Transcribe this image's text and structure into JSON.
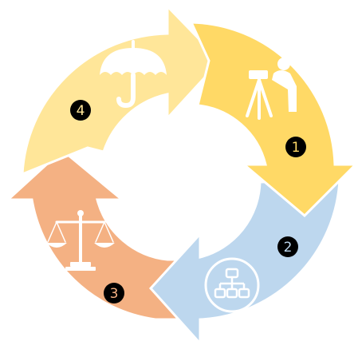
{
  "diagram": {
    "type": "circular-cycle",
    "background_color": "#ffffff",
    "steps": [
      {
        "number": "1",
        "icon": "surveyor-icon",
        "color": "#ffd966",
        "number_color": "#ffd966",
        "icon_color": "#ffffff"
      },
      {
        "number": "2",
        "icon": "org-chart-icon",
        "color": "#bdd7ee",
        "number_color": "#bdd7ee",
        "icon_color": "#ffffff"
      },
      {
        "number": "3",
        "icon": "balance-scale-icon",
        "color": "#f4b183",
        "number_color": "#f4b183",
        "icon_color": "#ffffff"
      },
      {
        "number": "4",
        "icon": "umbrella-icon",
        "color": "#ffe699",
        "number_color": "#ffe699",
        "icon_color": "#ffffff"
      }
    ],
    "badge_color": "#000000"
  }
}
